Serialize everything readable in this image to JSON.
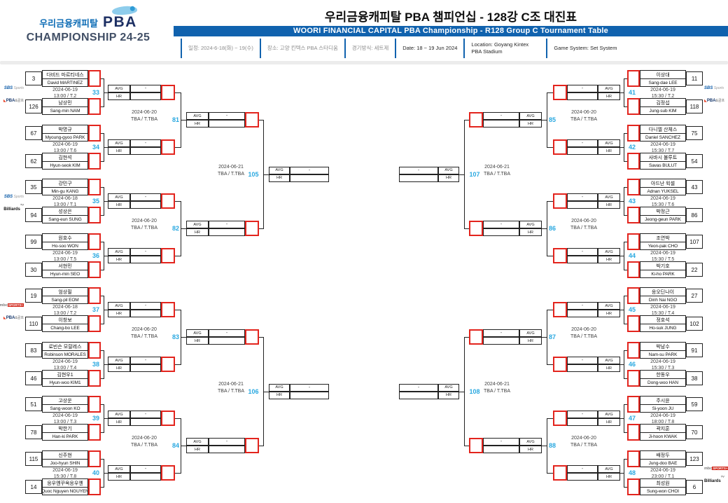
{
  "header": {
    "logo": {
      "brand_kr": "우리금융캐피탈",
      "brand_pba": "PBA",
      "championship": "CHAMPIONSHIP 24-25"
    },
    "title_kr": "우리금융캐피탈 PBA 챔피언십 - 128강 C조 대진표",
    "title_en": "WOORI FINANCIAL CAPITAL PBA Championship - R128 Group C Tournament Table",
    "info": [
      {
        "text": "일정: 2024-6-18(화) ~ 19(수)",
        "muted": true
      },
      {
        "text": "장소: 고양 킨텍스 PBA 스타디움",
        "muted": true
      },
      {
        "text": "경기방식: 세트제",
        "muted": true
      },
      {
        "text": "Date: 18 ~ 19 Jun 2024",
        "muted": false
      },
      {
        "text": "Location: Goyang Kintex PBA Stadium",
        "muted": false
      },
      {
        "text": "Game System: Set System",
        "muted": false
      }
    ]
  },
  "colors": {
    "primary_blue": "#1062ae",
    "match_number_blue": "#29a8e0",
    "score_box_red": "#e3241d"
  },
  "stats": {
    "avg": "AVG",
    "hr": "HR",
    "dash": "-"
  },
  "logos": {
    "sbs-sports": [
      {
        "text": "SBS",
        "cls": "lg-sbs"
      },
      {
        "text": " Sports",
        "cls": "lg-sbs2"
      }
    ],
    "pba-golf": [
      {
        "text": "◣",
        "cls": "lg-pbam"
      },
      {
        "text": "PBA",
        "cls": "lg-pba"
      },
      {
        "text": "&골프",
        "cls": "lg-pba2"
      }
    ],
    "billiards-tv": [
      {
        "text": "Billiards",
        "cls": "lg-btv"
      },
      {
        "text": "TV",
        "cls": "lg-btv2"
      }
    ],
    "mbc-sports": [
      {
        "text": "mbc",
        "cls": "lg-mbc"
      },
      {
        "text": "SPORTS+",
        "cls": "lg-mbcs"
      }
    ]
  },
  "bracket": {
    "left": {
      "round1": [
        {
          "no": 33,
          "date": "2024-06-19",
          "time": "13:00 / T.2",
          "tv": [
            "sbs-sports",
            "pba-golf"
          ],
          "p1": {
            "seed": 3,
            "kr": "다비드 마르티네스",
            "en": "David MARTINEZ"
          },
          "p2": {
            "seed": 126,
            "kr": "남상민",
            "en": "Sang-min NAM"
          }
        },
        {
          "no": 34,
          "date": "2024-06-19",
          "time": "13:00 / T.6",
          "p1": {
            "seed": 67,
            "kr": "박명규",
            "en": "Myoung-gyoo PARK"
          },
          "p2": {
            "seed": 62,
            "kr": "김현석",
            "en": "Hyun-seok KIM"
          }
        },
        {
          "no": 35,
          "date": "2024-06-18",
          "time": "13:00 / T.1",
          "tv": [
            "sbs-sports",
            "billiards-tv"
          ],
          "p1": {
            "seed": 35,
            "kr": "강민구",
            "en": "Min-gu KANG"
          },
          "p2": {
            "seed": 94,
            "kr": "성상은",
            "en": "Sang-eun SUNG"
          }
        },
        {
          "no": 36,
          "date": "2024-06-19",
          "time": "13:00 / T.5",
          "p1": {
            "seed": 99,
            "kr": "원호수",
            "en": "Ho-soo WON"
          },
          "p2": {
            "seed": 30,
            "kr": "서현민",
            "en": "Hyun-min SEO"
          }
        },
        {
          "no": 37,
          "date": "2024-06-18",
          "time": "13:00 / T.2",
          "tv": [
            "mbc-sports",
            "pba-golf"
          ],
          "p1": {
            "seed": 19,
            "kr": "엄상필",
            "en": "Sang-pil EOM"
          },
          "p2": {
            "seed": 110,
            "kr": "이창보",
            "en": "Chang-bo LEE"
          }
        },
        {
          "no": 38,
          "date": "2024-06-19",
          "time": "13:00 / T.4",
          "p1": {
            "seed": 83,
            "kr": "로빈슨 모랄레스",
            "en": "Robinson MORALES"
          },
          "p2": {
            "seed": 46,
            "kr": "김현우1",
            "en": "Hyun-woo KIM1"
          }
        },
        {
          "no": 39,
          "date": "2024-06-19",
          "time": "13:00 / T.3",
          "p1": {
            "seed": 51,
            "kr": "고상운",
            "en": "Sang-woon KO"
          },
          "p2": {
            "seed": 78,
            "kr": "박한기",
            "en": "Han-ki PARK"
          }
        },
        {
          "no": 40,
          "date": "2024-06-19",
          "time": "15:30 / T.8",
          "p1": {
            "seed": 115,
            "kr": "신주현",
            "en": "Joo-hyun SHIN"
          },
          "p2": {
            "seed": 14,
            "kr": "응우옌꾸옥응우옌",
            "en": "Quoc Nguyen NGUYEN"
          }
        }
      ],
      "round2": [
        {
          "no": 81,
          "date": "2024-06-20",
          "time": "TBA / T.TBA"
        },
        {
          "no": 82,
          "date": "2024-06-20",
          "time": "TBA / T.TBA"
        },
        {
          "no": 83,
          "date": "2024-06-20",
          "time": "TBA / T.TBA"
        },
        {
          "no": 84,
          "date": "2024-06-20",
          "time": "TBA / T.TBA"
        }
      ],
      "round3": [
        {
          "no": 105,
          "date": "2024-06-21",
          "time": "TBA / T.TBA"
        },
        {
          "no": 106,
          "date": "2024-06-21",
          "time": "TBA / T.TBA"
        }
      ]
    },
    "right": {
      "round1": [
        {
          "no": 41,
          "date": "2024-06-19",
          "time": "15:30 / T.2",
          "tv": [
            "sbs-sports",
            "pba-golf"
          ],
          "p1": {
            "seed": 11,
            "kr": "이상대",
            "en": "Sang-dae LEE"
          },
          "p2": {
            "seed": 118,
            "kr": "김정섭",
            "en": "Jung-sub KIM"
          }
        },
        {
          "no": 42,
          "date": "2024-06-19",
          "time": "15:30 / T.7",
          "p1": {
            "seed": 75,
            "kr": "다니엘 산체스",
            "en": "Daniel SANCHEZ"
          },
          "p2": {
            "seed": 54,
            "kr": "사바시 불루트",
            "en": "Savas BULUT"
          }
        },
        {
          "no": 43,
          "date": "2024-06-19",
          "time": "15:30 / T.6",
          "p1": {
            "seed": 43,
            "kr": "아드난 윅셀",
            "en": "Adnan YUKSEL"
          },
          "p2": {
            "seed": 86,
            "kr": "박정근",
            "en": "Jeong-geun PARK"
          }
        },
        {
          "no": 44,
          "date": "2024-06-19",
          "time": "15:30 / T.5",
          "p1": {
            "seed": 107,
            "kr": "조연박",
            "en": "Yeon-pak CHO"
          },
          "p2": {
            "seed": 22,
            "kr": "박기호",
            "en": "Ki-ho PARK"
          }
        },
        {
          "no": 45,
          "date": "2024-06-19",
          "time": "15:30 / T.4",
          "p1": {
            "seed": 27,
            "kr": "응오딘나이",
            "en": "Dinh Nai NGO"
          },
          "p2": {
            "seed": 102,
            "kr": "정호석",
            "en": "Ho-suk JUNG"
          }
        },
        {
          "no": 46,
          "date": "2024-06-19",
          "time": "15:30 / T.3",
          "p1": {
            "seed": 91,
            "kr": "박남수",
            "en": "Nam-su PARK"
          },
          "p2": {
            "seed": 38,
            "kr": "한동우",
            "en": "Dong-woo HAN"
          }
        },
        {
          "no": 47,
          "date": "2024-06-19",
          "time": "18:00 / T.8",
          "p1": {
            "seed": 59,
            "kr": "주시윤",
            "en": "Si-yoon JU"
          },
          "p2": {
            "seed": 70,
            "kr": "곽지훈",
            "en": "Ji-hoon KWAK"
          }
        },
        {
          "no": 48,
          "date": "2024-06-19",
          "time": "23:00 / T.1",
          "tv": [
            "mbc-sports",
            "billiards-tv"
          ],
          "p1": {
            "seed": 123,
            "kr": "배정두",
            "en": "Jung-doo BAE"
          },
          "p2": {
            "seed": 6,
            "kr": "최성원",
            "en": "Sung-won CHOI"
          }
        }
      ],
      "round2": [
        {
          "no": 85,
          "date": "2024-06-20",
          "time": "TBA / T.TBA"
        },
        {
          "no": 86,
          "date": "2024-06-20",
          "time": "TBA / T.TBA"
        },
        {
          "no": 87,
          "date": "2024-06-20",
          "time": "TBA / T.TBA"
        },
        {
          "no": 88,
          "date": "2024-06-20",
          "time": "TBA / T.TBA"
        }
      ],
      "round3": [
        {
          "no": 107,
          "date": "2024-06-21",
          "time": "TBA / T.TBA"
        },
        {
          "no": 108,
          "date": "2024-06-21",
          "time": "TBA / T.TBA"
        }
      ]
    }
  }
}
